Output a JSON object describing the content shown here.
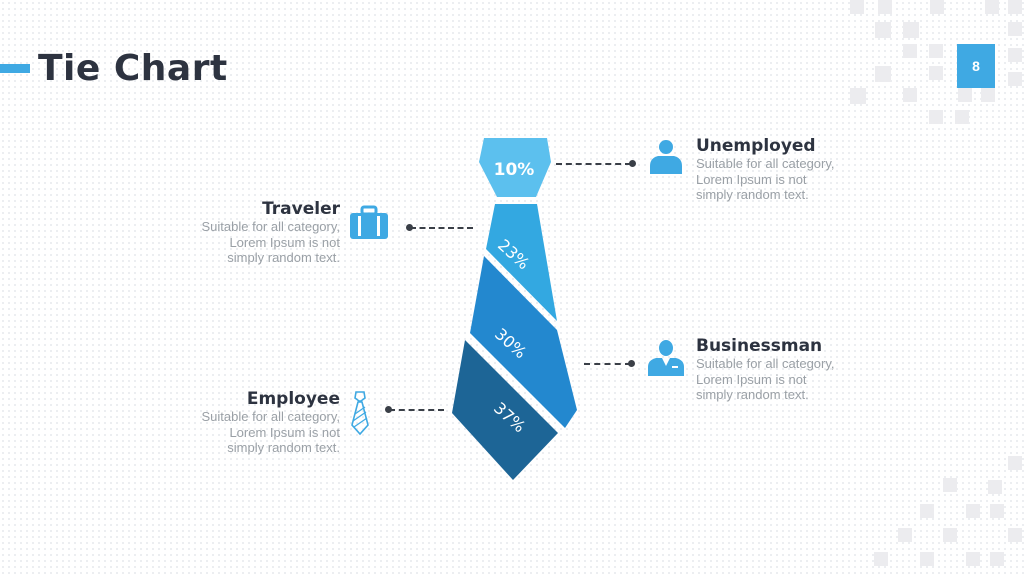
{
  "slide": {
    "title": "Tie Chart",
    "page_number": "8"
  },
  "chart_data": {
    "type": "tie",
    "segments": [
      {
        "value_label": "10%",
        "value": 10,
        "color": "#5cc0ee"
      },
      {
        "value_label": "23%",
        "value": 23,
        "color": "#33a8e1"
      },
      {
        "value_label": "30%",
        "value": 30,
        "color": "#2388cf"
      },
      {
        "value_label": "37%",
        "value": 37,
        "color": "#1d6596"
      }
    ]
  },
  "items": [
    {
      "title": "Unemployed",
      "text": "Suitable for all category, Lorem Ipsum is not simply random text.",
      "icon": "person-icon"
    },
    {
      "title": "Traveler",
      "text": "Suitable for all category, Lorem Ipsum is not simply random text.",
      "icon": "briefcase-icon"
    },
    {
      "title": "Businessman",
      "text": "Suitable for all category, Lorem Ipsum is not simply random text.",
      "icon": "businessman-icon"
    },
    {
      "title": "Employee",
      "text": "Suitable for all category, Lorem Ipsum is not simply random text.",
      "icon": "necktie-icon"
    }
  ],
  "colors": {
    "accent": "#3fa9e3",
    "icon": "#3fa9e3",
    "heading": "#2d3340",
    "body_text": "#9aa0a6"
  }
}
